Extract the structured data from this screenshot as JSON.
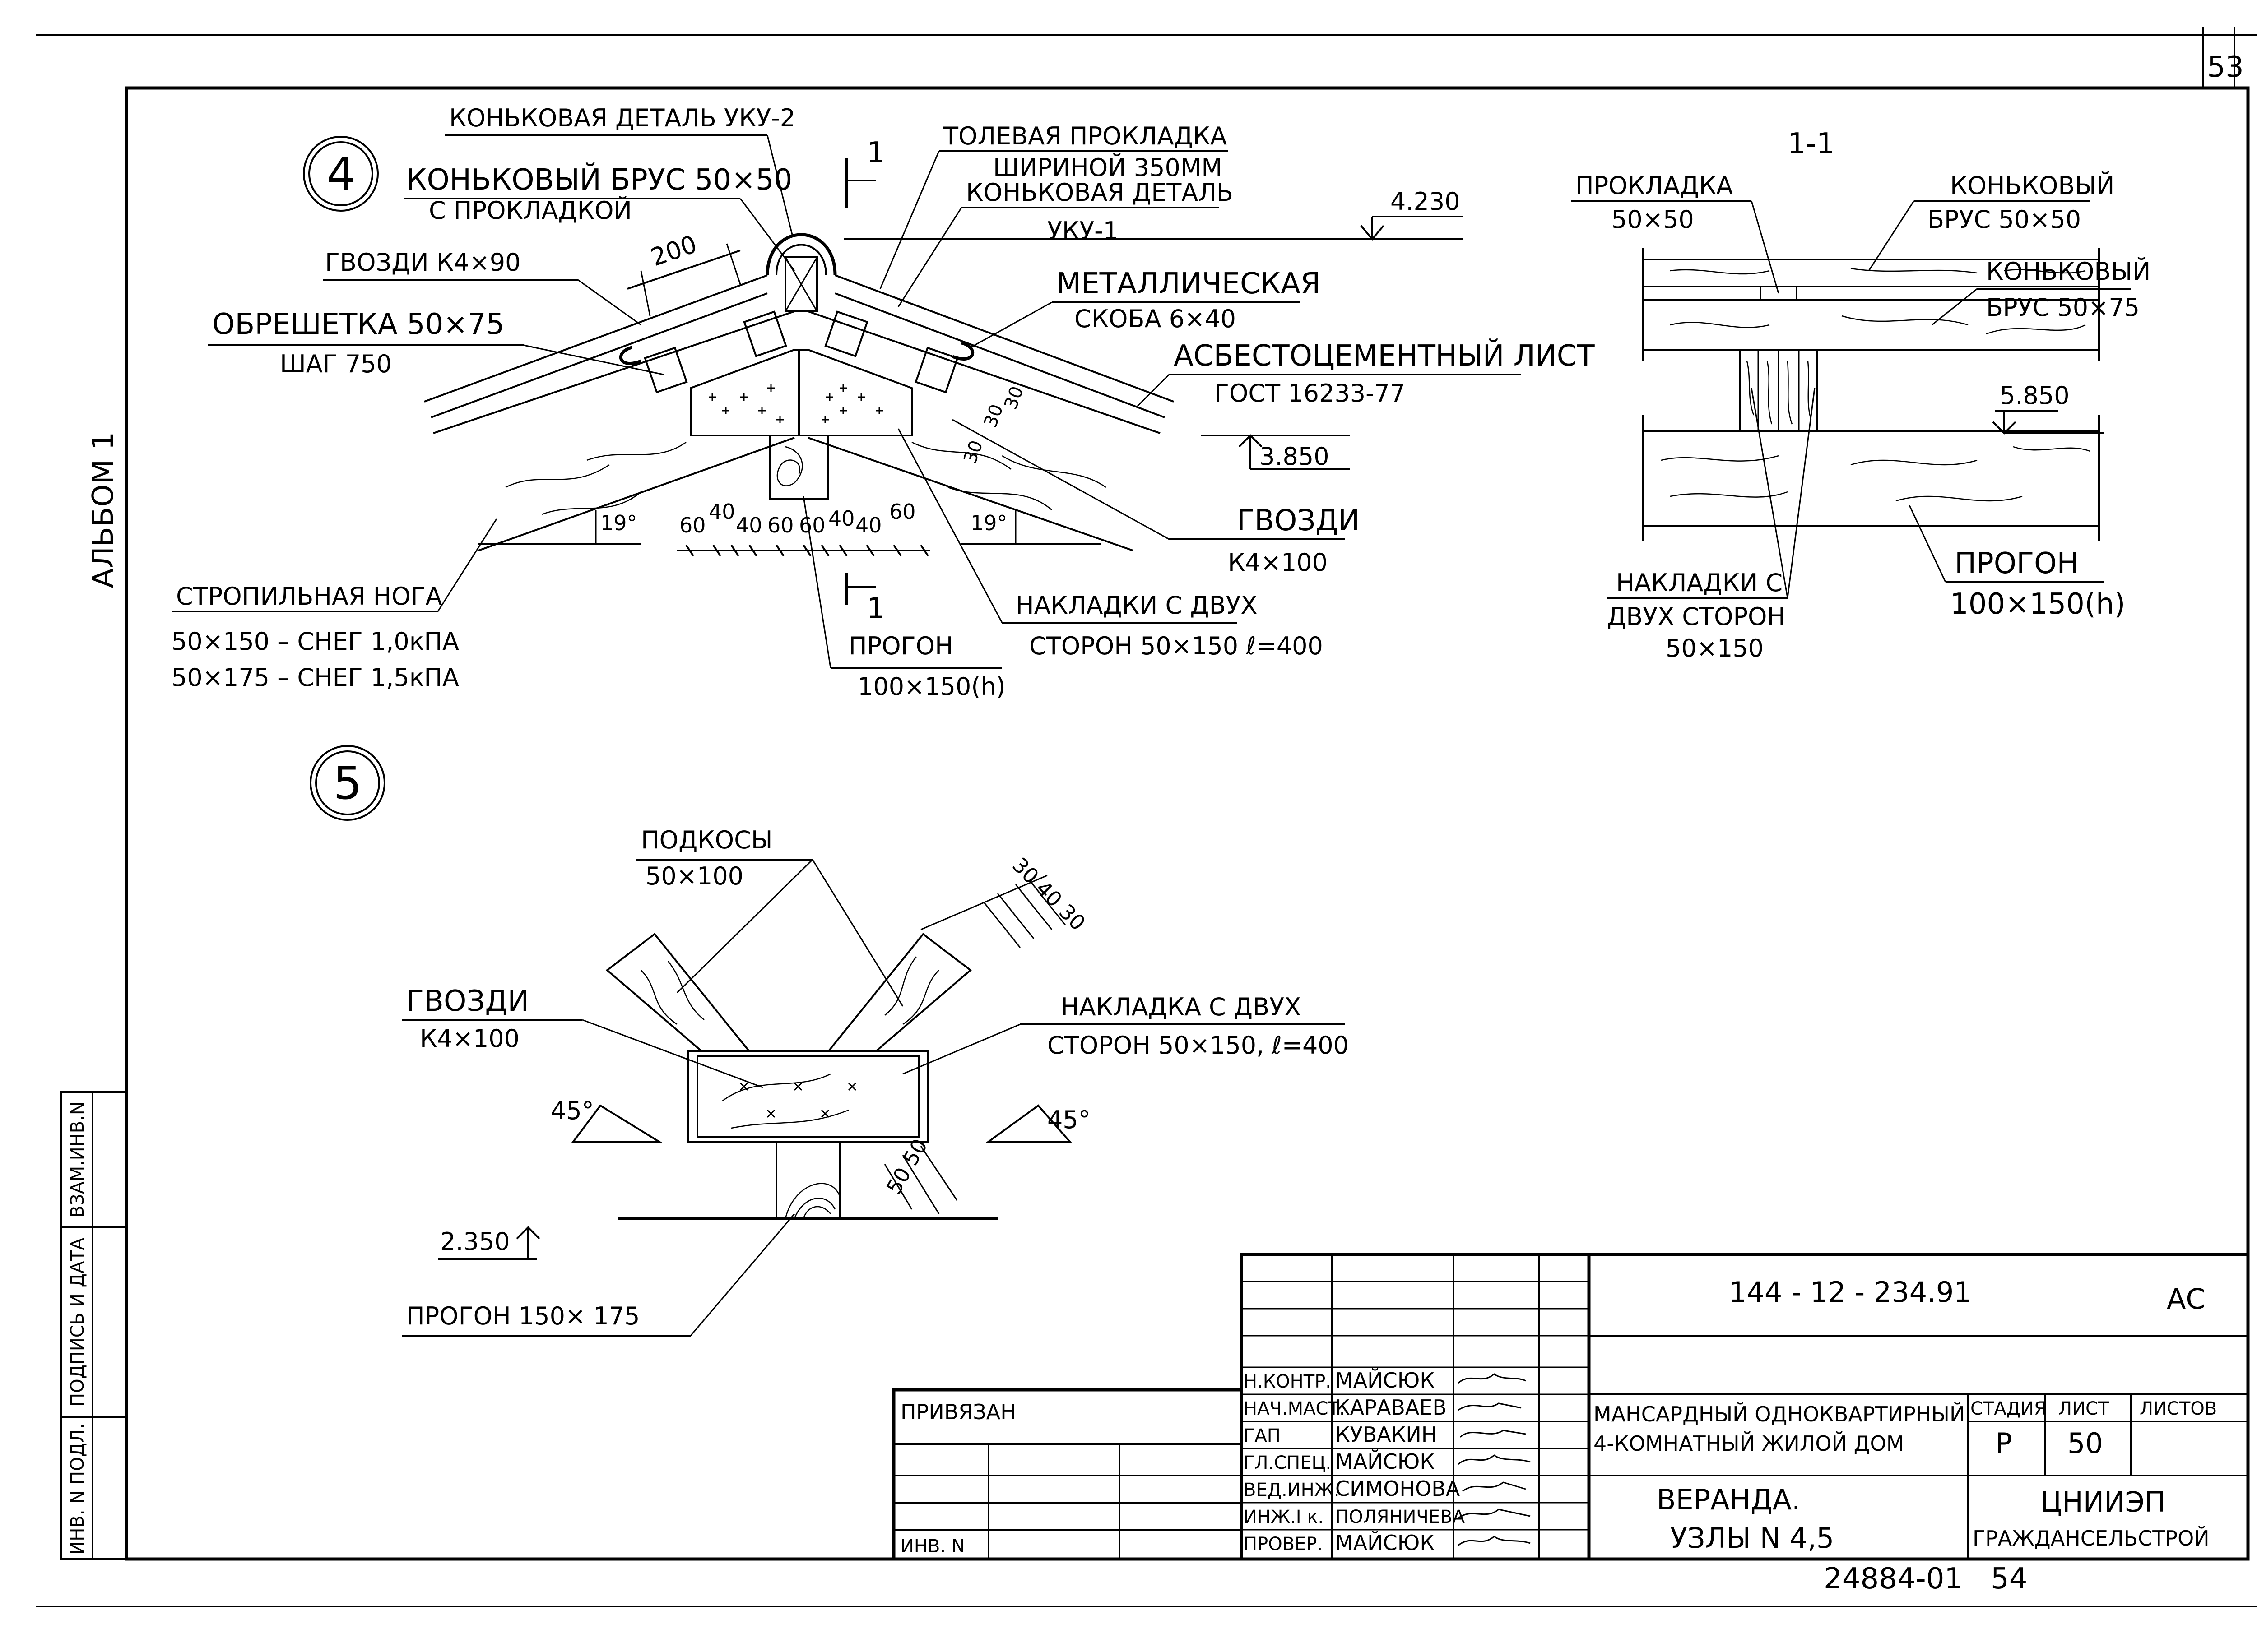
{
  "sheet": {
    "page_number": "53",
    "album": "АЛЬБОМ 1",
    "footer_number": "24884-01",
    "footer_page": "54"
  },
  "node4": {
    "marker": "4",
    "ridge_detail_2": "КОНЬКОВАЯ ДЕТАЛЬ УКУ-2",
    "ridge_beam": "КОНЬКОВЫЙ БРУС 50×50",
    "ridge_beam_2": "С ПРОКЛАДКОЙ",
    "nails_1": "ГВОЗДИ К4×90",
    "dim_200": "200",
    "lathing": "ОБРЕШЕТКА 50×75",
    "lathing_2": "ШАГ 750",
    "section_mark": "1",
    "roofing_felt": "ТОЛЕВАЯ ПРОКЛАДКА",
    "roofing_felt_2": "ШИРИНОЙ 350ММ",
    "ridge_detail_1": "КОНЬКОВАЯ ДЕТАЛЬ",
    "ridge_detail_1b": "УКУ-1",
    "elev_top": "4.230",
    "metal_bracket": "МЕТАЛЛИЧЕСКАЯ",
    "metal_bracket_2": "СКОБА 6×40",
    "asbestos": "АСБЕСТОЦЕМЕНТНЫЙ ЛИСТ",
    "asbestos_2": "ГОСТ 16233-77",
    "elev_mid": "3.850",
    "nails_2": "ГВОЗДИ",
    "nails_2b": "К4×100",
    "angle_left": "19°",
    "angle_right": "19°",
    "dims": [
      "60",
      "40",
      "40",
      "60",
      "60",
      "40",
      "40",
      "60"
    ],
    "dim_30a": "30",
    "dim_30b": "30",
    "dim_30c": "30",
    "rafter": "СТРОПИЛЬНАЯ НОГА",
    "rafter_2": "50×150 – СНЕГ 1,0кПА",
    "rafter_3": "50×175 – СНЕГ 1,5кПА",
    "purlin": "ПРОГОН",
    "purlin_2": "100×150(h)",
    "overlays": "НАКЛАДКИ С ДВУХ",
    "overlays_2": "СТОРОН 50×150  ℓ=400"
  },
  "section11": {
    "title": "1-1",
    "gasket": "ПРОКЛАДКА",
    "gasket_2": "50×50",
    "ridge_beam": "КОНЬКОВЫЙ",
    "ridge_beam_2": "БРУС 50×50",
    "ridge_beam3": "КОНЬКОВЫЙ",
    "ridge_beam3_2": "БРУС 50×75",
    "elev": "5.850",
    "overlays": "НАКЛАДКИ С",
    "overlays_2": "ДВУХ СТОРОН",
    "overlays_3": "50×150",
    "purlin": "ПРОГОН",
    "purlin_2": "100×150(h)"
  },
  "node5": {
    "marker": "5",
    "struts": "ПОДКОСЫ",
    "struts_2": "50×100",
    "dims_top": "30 40 30",
    "nails": "ГВОЗДИ",
    "nails_2": "К4×100",
    "overlay": "НАКЛАДКА С ДВУХ",
    "overlay_2": "СТОРОН 50×150, ℓ=400",
    "angle_left": "45°",
    "angle_right": "45°",
    "dims_bottom": "50 50",
    "elev": "2.350",
    "purlin": "ПРОГОН 150× 175"
  },
  "title_block": {
    "doc_code": "144 - 12 - 234.91",
    "doc_suffix": "АС",
    "bound": "ПРИВЯЗАН",
    "inv": "ИНВ. N",
    "roles": [
      "Н.КОНТР.",
      "НАЧ.МАСТ.",
      "ГАП",
      "ГЛ.СПЕЦ.",
      "ВЕД.ИНЖ.",
      "ИНЖ.I к.",
      "ПРОВЕР."
    ],
    "names": [
      "МАЙСЮК",
      "КАРАВАЕВ",
      "КУВАКИН",
      "МАЙСЮК",
      "СИМОНОВА",
      "ПОЛЯНИЧЕВА",
      "МАЙСЮК"
    ],
    "project": "МАНСАРДНЫЙ ОДНОКВАРТИРНЫЙ",
    "project_2": "4-КОМНАТНЫЙ ЖИЛОЙ ДОМ",
    "stage_h": "СТАДИЯ",
    "sheet_h": "ЛИСТ",
    "sheets_h": "ЛИСТОВ",
    "stage": "Р",
    "sheet": "50",
    "subject": "ВЕРАНДА.",
    "subject_2": "УЗЛЫ N 4,5",
    "org": "ЦНИИЭП",
    "org_2": "ГРАЖДАНСЕЛЬСТРОЙ"
  },
  "side_stamp": {
    "inv_podl": "ИНВ. N ПОДЛ.",
    "sign_date": "ПОДПИСЬ И ДАТА",
    "vzam": "ВЗАМ.ИНВ.N"
  }
}
